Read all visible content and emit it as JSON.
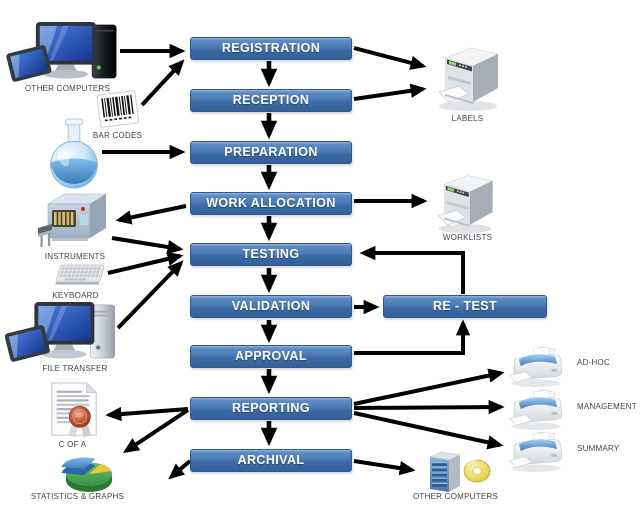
{
  "diagram": {
    "boxes": {
      "registration": "REGISTRATION",
      "reception": "RECEPTION",
      "preparation": "PREPARATION",
      "work_allocation": "WORK ALLOCATION",
      "testing": "TESTING",
      "validation": "VALIDATION",
      "retest": "RE - TEST",
      "approval": "APPROVAL",
      "reporting": "REPORTING",
      "archival": "ARCHIVAL"
    },
    "captions": {
      "other_computers_top": "OTHER COMPUTERS",
      "bar_codes": "BAR CODES",
      "instruments": "INSTRUMENTS",
      "keyboard": "KEYBOARD",
      "file_transfer": "FILE TRANSFER",
      "c_of_a": "C OF A",
      "statistics_graphs": "STATISTICS & GRAPHS",
      "labels": "LABELS",
      "worklists": "WORKLISTS",
      "ad_hoc": "AD-HOC",
      "management": "MANAGEMENT",
      "summary": "SUMMARY",
      "other_computers_bottom": "OTHER COMPUTERS"
    },
    "edges": [
      {
        "from": "OTHER COMPUTERS",
        "to": "REGISTRATION"
      },
      {
        "from": "BAR CODES",
        "to": "REGISTRATION"
      },
      {
        "from": "FLASK",
        "to": "PREPARATION"
      },
      {
        "from": "REGISTRATION",
        "to": "RECEPTION"
      },
      {
        "from": "RECEPTION",
        "to": "PREPARATION"
      },
      {
        "from": "PREPARATION",
        "to": "WORK ALLOCATION"
      },
      {
        "from": "WORK ALLOCATION",
        "to": "TESTING"
      },
      {
        "from": "TESTING",
        "to": "VALIDATION"
      },
      {
        "from": "VALIDATION",
        "to": "APPROVAL"
      },
      {
        "from": "APPROVAL",
        "to": "REPORTING"
      },
      {
        "from": "REPORTING",
        "to": "ARCHIVAL"
      },
      {
        "from": "REGISTRATION",
        "to": "LABELS"
      },
      {
        "from": "RECEPTION",
        "to": "LABELS"
      },
      {
        "from": "WORK ALLOCATION",
        "to": "WORKLISTS"
      },
      {
        "from": "WORK ALLOCATION",
        "to": "INSTRUMENTS"
      },
      {
        "from": "INSTRUMENTS",
        "to": "TESTING"
      },
      {
        "from": "KEYBOARD",
        "to": "TESTING"
      },
      {
        "from": "FILE TRANSFER",
        "to": "TESTING"
      },
      {
        "from": "VALIDATION",
        "to": "RE - TEST"
      },
      {
        "from": "RE - TEST",
        "to": "TESTING"
      },
      {
        "from": "APPROVAL",
        "to": "RE - TEST"
      },
      {
        "from": "REPORTING",
        "to": "C OF A"
      },
      {
        "from": "REPORTING",
        "to": "STATISTICS & GRAPHS"
      },
      {
        "from": "ARCHIVAL",
        "to": "STATISTICS & GRAPHS"
      },
      {
        "from": "REPORTING",
        "to": "AD-HOC"
      },
      {
        "from": "REPORTING",
        "to": "MANAGEMENT"
      },
      {
        "from": "REPORTING",
        "to": "SUMMARY"
      },
      {
        "from": "ARCHIVAL",
        "to": "OTHER COMPUTERS"
      }
    ],
    "colors": {
      "box_gradient_top": "#93b4dc",
      "box_gradient_bottom": "#346097",
      "box_border": "#2d5a93",
      "box_text": "#ffffff",
      "arrow": "#000000",
      "caption_text": "#43434c",
      "background": "#ffffff"
    }
  }
}
